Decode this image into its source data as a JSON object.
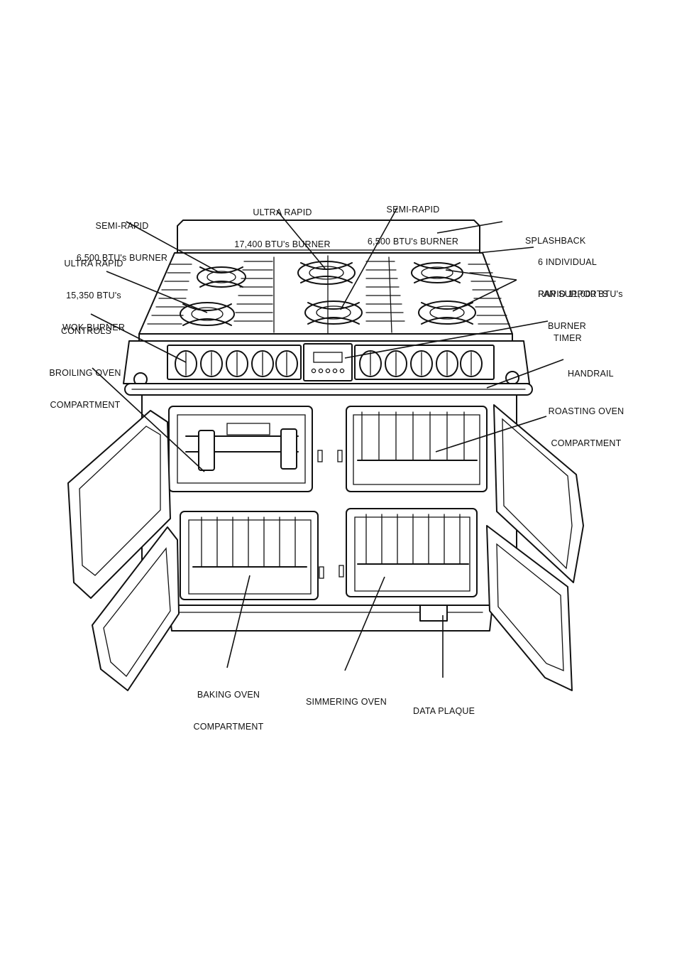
{
  "labels": {
    "ultra_rapid_center": {
      "line1": "ULTRA RAPID",
      "line2": "17,400 BTU's BURNER"
    },
    "semi_rapid_left": {
      "line1": "SEMI-RAPID",
      "line2": "6,500 BTU's BURNER"
    },
    "semi_rapid_right": {
      "line1": "SEMI-RAPID",
      "line2": "6,500 BTU's BURNER"
    },
    "splashback": "SPLASHBACK",
    "pan_supports": {
      "line1": "6 INDIVIDUAL",
      "line2": "PAN SUPPORTS"
    },
    "wok_burner": {
      "line1": "ULTRA RAPID",
      "line2": "15,350 BTU's",
      "line3": "WOK BURNER"
    },
    "rapid_burner": {
      "line1": "RAPID 11,000 BTU's",
      "line2": "BURNER"
    },
    "controls": "CONTROLS",
    "timer": "TIMER",
    "broiling_oven": {
      "line1": "BROILING OVEN",
      "line2": "COMPARTMENT"
    },
    "handrail": "HANDRAIL",
    "roasting_oven": {
      "line1": "ROASTING OVEN",
      "line2": "COMPARTMENT"
    },
    "baking_oven": {
      "line1": "BAKING OVEN",
      "line2": "COMPARTMENT"
    },
    "simmering_oven": "SIMMERING OVEN",
    "data_plaque": "DATA PLAQUE"
  },
  "colors": {
    "ink": "#111111",
    "paper": "#ffffff"
  }
}
